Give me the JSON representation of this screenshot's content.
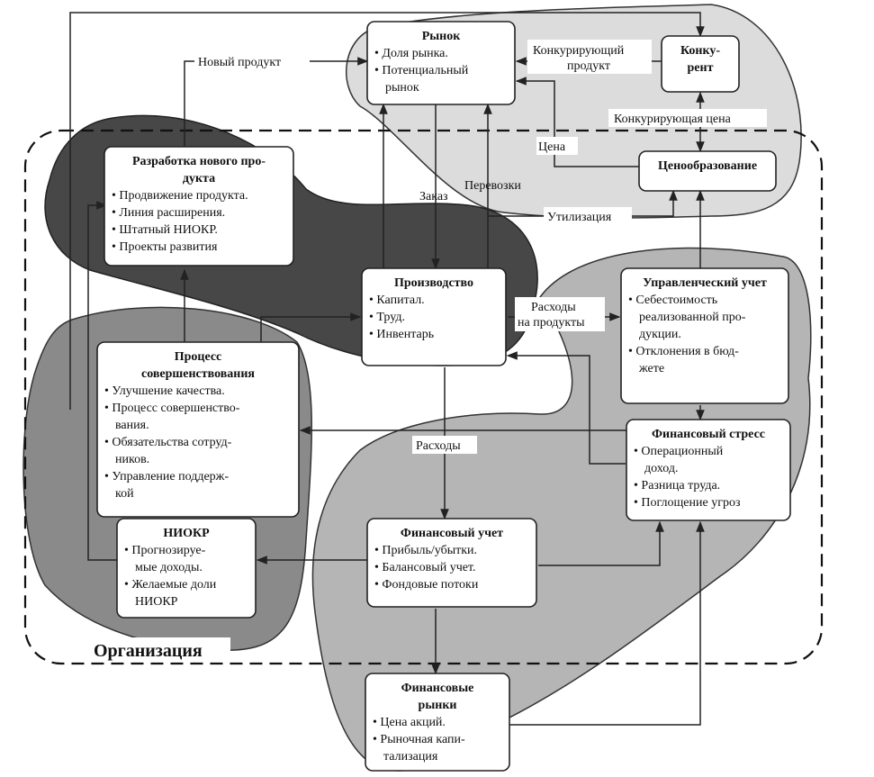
{
  "organization": {
    "label": "Организация"
  },
  "boxes": {
    "market": {
      "title": [
        "Рынок"
      ],
      "items": [
        "• Доля рынка.",
        "• Потенциальный",
        "рынок"
      ]
    },
    "competitor": {
      "title": [
        "Конку-",
        "рент"
      ],
      "items": []
    },
    "pricing": {
      "title": [
        "Ценообразование"
      ],
      "items": []
    },
    "product_dev": {
      "title": [
        "Разработка нового про-",
        "дукта"
      ],
      "items": [
        "• Продвижение продукта.",
        "• Линия расширения.",
        "• Штатный НИОКР.",
        "• Проекты развития"
      ]
    },
    "production": {
      "title": [
        "Производство"
      ],
      "items": [
        "• Капитал.",
        "• Труд.",
        "• Инвентарь"
      ]
    },
    "mgmt_accounting": {
      "title": [
        "Управленческий учет"
      ],
      "items": [
        "• Себестоимость",
        "реализованной про-",
        "дукции.",
        "• Отклонения в бюд-",
        "жете"
      ]
    },
    "improvement": {
      "title": [
        "Процесс",
        "совершенствования"
      ],
      "items": [
        "• Улучшение качества.",
        "• Процесс совершенство-",
        "вания.",
        "• Обязательства сотруд-",
        "ников.",
        "• Управление поддерж-",
        "кой"
      ]
    },
    "fin_stress": {
      "title": [
        "Финансовый стресс"
      ],
      "items": [
        "• Операционный",
        "доход.",
        "• Разница труда.",
        "• Поглощение угроз"
      ]
    },
    "rnd": {
      "title": [
        "НИОКР"
      ],
      "items": [
        "• Прогнозируе-",
        "мые доходы.",
        "• Желаемые доли",
        "НИОКР"
      ]
    },
    "fin_accounting": {
      "title": [
        "Финансовый учет"
      ],
      "items": [
        "• Прибыль/убытки.",
        "• Балансовый учет.",
        "• Фондовые потоки"
      ]
    },
    "fin_markets": {
      "title": [
        "Финансовые",
        "рынки"
      ],
      "items": [
        "• Цена акций.",
        "• Рыночная капи-",
        "тализация"
      ]
    }
  },
  "edge_labels": {
    "new_product": "Новый продукт",
    "competing_product_1": "Конкурирующий",
    "competing_product_2": "продукт",
    "competing_price": "Конкурирующая цена",
    "price": "Цена",
    "order": "Заказ",
    "transport": "Перевозки",
    "disposal": "Утилизация",
    "product_costs_1": "Расходы",
    "product_costs_2": "на продукты",
    "costs": "Расходы"
  }
}
